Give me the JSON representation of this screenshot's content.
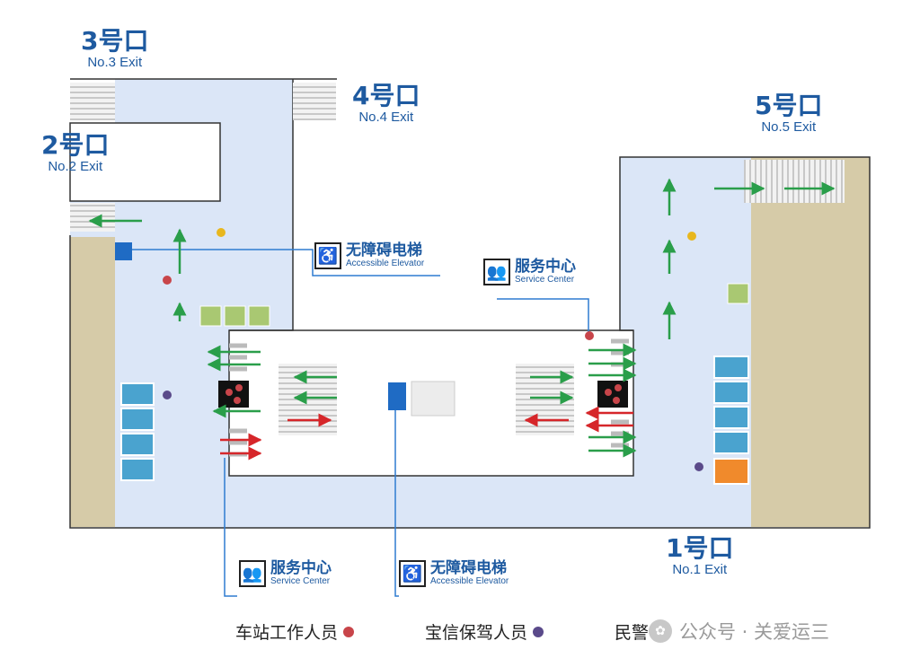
{
  "exits": [
    {
      "cn": "3号口",
      "en": "No.3 Exit"
    },
    {
      "cn": "4号口",
      "en": "No.4 Exit"
    },
    {
      "cn": "2号口",
      "en": "No.2 Exit"
    },
    {
      "cn": "5号口",
      "en": "No.5 Exit"
    },
    {
      "cn": "1号口",
      "en": "No.1 Exit"
    }
  ],
  "tags": {
    "elevator": {
      "cn": "无障碍电梯",
      "en": "Accessible Elevator",
      "icon": "accessible-elevator-icon"
    },
    "service": {
      "cn": "服务中心",
      "en": "Service Center",
      "icon": "service-center-icon"
    }
  },
  "legend": [
    {
      "label": "车站工作人员",
      "color": "#c8454a"
    },
    {
      "label": "宝信保驾人员",
      "color": "#5a4a8a"
    },
    {
      "label": "民警",
      "color": "#e8b71e"
    }
  ],
  "watermark": "公众号 · 关爱运三",
  "colors": {
    "corridor": "#dbe6f7",
    "wall": "#d6cba8",
    "arrow_out": "#2a9e4a",
    "arrow_in": "#d6262a",
    "gate": "#4aa3cf",
    "machine": "#a9c872",
    "orange": "#f08a2c",
    "line": "#2e7bd0"
  }
}
